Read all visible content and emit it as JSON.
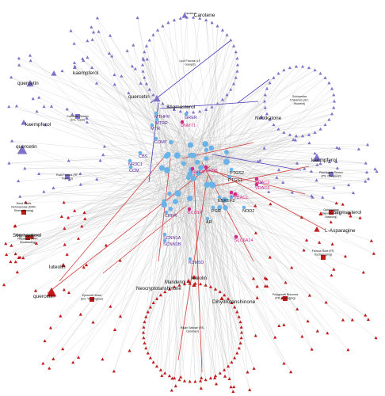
{
  "colors": {
    "background": "#ffffff",
    "edge": "#b8b8b8",
    "herb_purple": "#7f72c8",
    "herb_red": "#c01a1a",
    "target_blue": "#6ab3e8",
    "gene_purple": "#5a2a9a",
    "gene_magenta": "#d42a8a",
    "link_purple": "#4a3ab8",
    "link_red": "#d24040",
    "label_dark": "#111111"
  },
  "herbs": [
    {
      "name": "Carotene",
      "color": "purple"
    },
    {
      "name": "Lycii Fructus (LF, Gouqizi)",
      "color": "purple"
    },
    {
      "name": "Schisandra Chinensis (SC, Wuweizi)",
      "color": "purple"
    },
    {
      "name": "Nootkatone",
      "color": "purple"
    },
    {
      "name": "Cuscutae Semen (CS, Tusizi)",
      "color": "purple"
    },
    {
      "name": "Rubi Fructus (RF, Fupenzi)",
      "color": "purple"
    },
    {
      "name": "Plantaginis Semen (PS, Cheqianzi)",
      "color": "purple"
    },
    {
      "name": "Ophiopogon Japonicus (OJ, Maidong)",
      "color": "red"
    },
    {
      "name": "Dried Radix Rehmanniae (DRR, Shengdihuang)",
      "color": "red"
    },
    {
      "name": "Radix Rehmanniae Preparata (RRP, Shudihuang)",
      "color": "red"
    },
    {
      "name": "Fibrous Root (FR, Xuchangqing)",
      "color": "red"
    },
    {
      "name": "Epimedii Herba (EH, Yinyanghuo)",
      "color": "red"
    },
    {
      "name": "Polygonati Rhizoma (PR, Huangjing)",
      "color": "red"
    },
    {
      "name": "Radix Salviae (RS, Danshen)",
      "color": "red"
    }
  ],
  "compounds": [
    "Carotene",
    "kaempferol",
    "quercetin",
    "Stigmasterol",
    "kaempferol",
    "quercetin",
    "quercetin",
    "Nootkatone",
    "Stigmasterol",
    "kaempferol",
    "L-Asparagine",
    "luteolin",
    "quercetin",
    "Mandenol",
    "Neocryptotanshinone",
    "luteolin",
    "Dihydrotanshinone",
    "Stigmasterol"
  ],
  "genes": [
    {
      "name": "MTHFR",
      "color": "purple"
    },
    {
      "name": "MTRR",
      "color": "purple"
    },
    {
      "name": "MTR",
      "color": "purple"
    },
    {
      "name": "GRER",
      "color": "purple"
    },
    {
      "name": "DNMT1",
      "color": "magenta"
    },
    {
      "name": "COMT",
      "color": "purple"
    },
    {
      "name": "CBS",
      "color": "purple"
    },
    {
      "name": "NR3C1",
      "color": "purple"
    },
    {
      "name": "CCM",
      "color": "purple"
    },
    {
      "name": "INHBA",
      "color": "magenta"
    },
    {
      "name": "INHBB",
      "color": "magenta"
    },
    {
      "name": "PTGS2",
      "color": "dark"
    },
    {
      "name": "PTGS1",
      "color": "dark"
    },
    {
      "name": "ESR1",
      "color": "dark"
    },
    {
      "name": "F2",
      "color": "dark"
    },
    {
      "name": "PGR",
      "color": "dark"
    },
    {
      "name": "NOD2",
      "color": "dark"
    },
    {
      "name": "AR",
      "color": "dark"
    },
    {
      "name": "VDR",
      "color": "magenta"
    },
    {
      "name": "VDAC1",
      "color": "magenta"
    },
    {
      "name": "VDAC2",
      "color": "magenta"
    },
    {
      "name": "VDAC3",
      "color": "magenta"
    },
    {
      "name": "SLC6A14",
      "color": "magenta"
    },
    {
      "name": "CRFR",
      "color": "purple"
    },
    {
      "name": "BCO1P",
      "color": "magenta"
    },
    {
      "name": "SCNN1A",
      "color": "purple"
    },
    {
      "name": "SCNN1B",
      "color": "purple"
    },
    {
      "name": "KDM5D",
      "color": "purple"
    }
  ]
}
